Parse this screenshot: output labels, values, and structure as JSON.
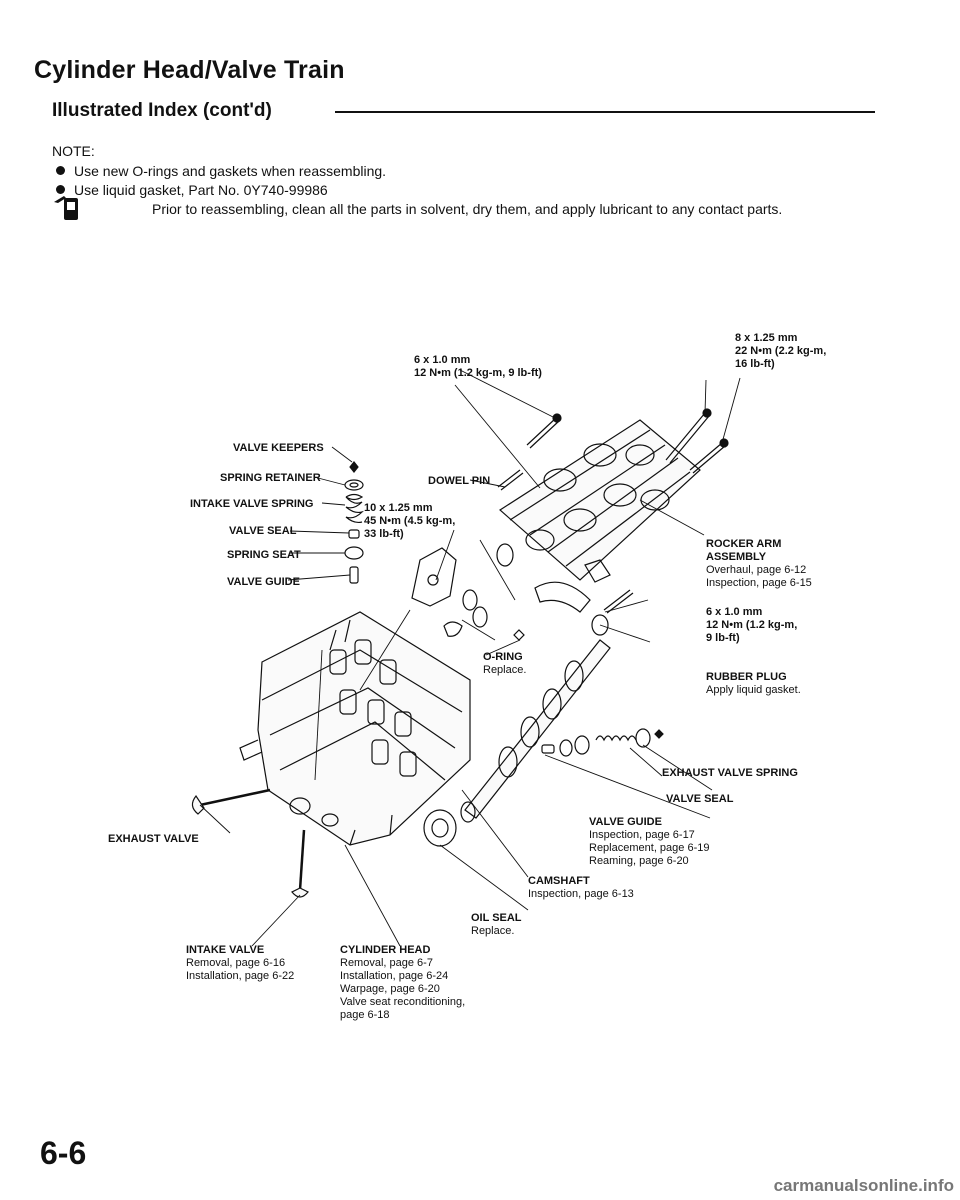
{
  "header": {
    "title": "Cylinder Head/Valve Train",
    "subtitle": "Illustrated Index (cont'd)"
  },
  "notes": {
    "heading": "NOTE:",
    "items": [
      "Use new O-rings and gaskets when reassembling.",
      "Use liquid gasket, Part No. 0Y740-99986",
      "Prior to reassembling, clean all the parts in solvent, dry them, and apply lubricant to any contact parts."
    ],
    "lubricant_icon": "oil-can-icon"
  },
  "callouts": {
    "bolt_8x125": {
      "spec": "8 x 1.25 mm",
      "torque_1": "22 N•m (2.2 kg-m,",
      "torque_2": "16 lb-ft)"
    },
    "bolt_6x10_top": {
      "spec": "6 x 1.0 mm",
      "torque": "12 N•m (1.2 kg-m, 9 lb-ft)"
    },
    "valve_keepers": "VALVE KEEPERS",
    "spring_retainer": "SPRING RETAINER",
    "intake_valve_spring": "INTAKE VALVE SPRING",
    "valve_seal_left": "VALVE SEAL",
    "spring_seat": "SPRING SEAT",
    "valve_guide_left": "VALVE GUIDE",
    "dowel_pin": "DOWEL PIN",
    "bolt_10x125": {
      "spec": "10 x 1.25 mm",
      "torque_1": "45 N•m (4.5 kg-m,",
      "torque_2": "33 lb-ft)"
    },
    "rocker_arm": {
      "name_1": "ROCKER ARM",
      "name_2": "ASSEMBLY",
      "ref_1": "Overhaul, page 6-12",
      "ref_2": "Inspection, page 6-15"
    },
    "bolt_6x10_right": {
      "spec": "6 x 1.0 mm",
      "torque_1": "12 N•m (1.2 kg-m,",
      "torque_2": "9 lb-ft)"
    },
    "o_ring": {
      "name": "O-RING",
      "ref": "Replace."
    },
    "rubber_plug": {
      "name": "RUBBER PLUG",
      "ref": "Apply liquid gasket."
    },
    "exhaust_valve_spring": "EXHAUST VALVE SPRING",
    "valve_seal_right": "VALVE SEAL",
    "valve_guide_right": {
      "name": "VALVE GUIDE",
      "ref_1": "Inspection, page 6-17",
      "ref_2": "Replacement, page 6-19",
      "ref_3": "Reaming, page 6-20"
    },
    "exhaust_valve": "EXHAUST VALVE",
    "camshaft": {
      "name": "CAMSHAFT",
      "ref": "Inspection, page 6-13"
    },
    "oil_seal": {
      "name": "OIL SEAL",
      "ref": "Replace."
    },
    "intake_valve": {
      "name": "INTAKE VALVE",
      "ref_1": "Removal, page 6-16",
      "ref_2": "Installation, page 6-22"
    },
    "cylinder_head": {
      "name": "CYLINDER HEAD",
      "ref_1": "Removal, page 6-7",
      "ref_2": "Installation, page 6-24",
      "ref_3": "Warpage, page 6-20",
      "ref_4": "Valve seat reconditioning,",
      "ref_5": "page 6-18"
    }
  },
  "footer": {
    "page_number": "6-6",
    "watermark": "carmanualsonline.info"
  }
}
